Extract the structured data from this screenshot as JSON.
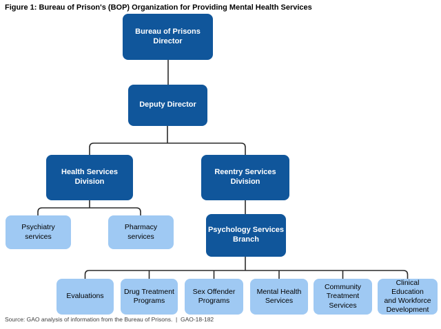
{
  "figure": {
    "title": "Figure 1: Bureau of Prison's (BOP) Organization for Providing Mental Health Services",
    "source": "Source: GAO analysis of information from the Bureau of Prisons.  |  GAO-18-182"
  },
  "colors": {
    "dark_blue": "#10569B",
    "light_blue": "#9FC9F3",
    "connector_line": "#2A2A2A"
  },
  "org_chart": {
    "nodes": {
      "director": {
        "label": "Bureau of Prisons\nDirector",
        "style": "dark"
      },
      "deputy": {
        "label": "Deputy Director",
        "style": "dark"
      },
      "health": {
        "label": "Health Services\nDivision",
        "style": "dark"
      },
      "reentry": {
        "label": "Reentry Services\nDivision",
        "style": "dark"
      },
      "psychiatry": {
        "label": "Psychiatry\nservices",
        "style": "light"
      },
      "pharmacy": {
        "label": "Pharmacy\nservices",
        "style": "light"
      },
      "psychology": {
        "label": "Psychology Services\nBranch",
        "style": "dark"
      },
      "evaluations": {
        "label": "Evaluations",
        "style": "light"
      },
      "drug": {
        "label": "Drug Treatment\nPrograms",
        "style": "light"
      },
      "sex_offender": {
        "label": "Sex Offender\nPrograms",
        "style": "light"
      },
      "mental_health": {
        "label": "Mental Health\nServices",
        "style": "light"
      },
      "community": {
        "label": "Community\nTreatment\nServices",
        "style": "light"
      },
      "clinical": {
        "label": "Clinical Education\nand Workforce\nDevelopment",
        "style": "light"
      }
    },
    "edges": [
      "director -> deputy",
      "deputy -> health",
      "deputy -> reentry",
      "health -> psychiatry",
      "health -> pharmacy",
      "reentry -> psychology",
      "psychology -> evaluations",
      "psychology -> drug",
      "psychology -> sex_offender",
      "psychology -> mental_health",
      "psychology -> community",
      "psychology -> clinical"
    ]
  }
}
